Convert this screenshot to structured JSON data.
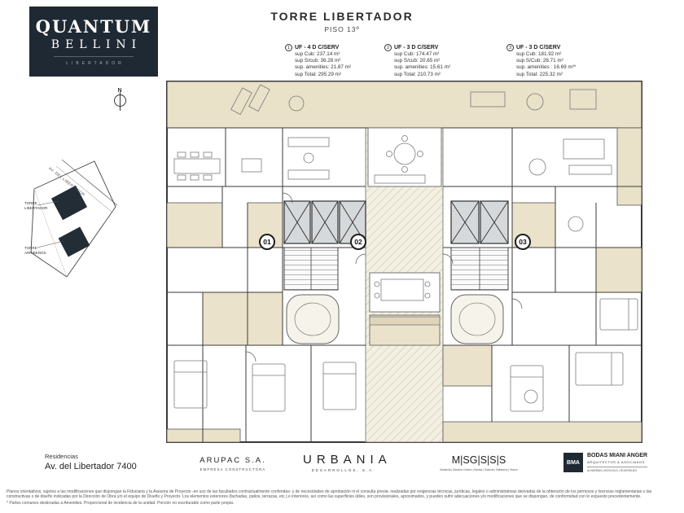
{
  "brand": {
    "line1": "QUANTUM",
    "line2": "BELLINI",
    "subtitle": "LIBERTADOR"
  },
  "title": {
    "main": "TORRE  LIBERTADOR",
    "floor": "PISO  13º"
  },
  "units": [
    {
      "num": "1",
      "label": "UF - 4 D C/SERV",
      "lines": [
        "sup Cub:  237.14 m²",
        "sup S/cub:  36.28 m²",
        "sup. amenities: 21.87 m²",
        "sup Total:  295.29 m²"
      ]
    },
    {
      "num": "2",
      "label": "UF - 3 D C/SERV",
      "lines": [
        "sup Cub: 174.47 m²",
        "sup S/cub:  20.65 m²",
        "sup. amenities: 15.61 m²",
        "sup Total:  210.73 m²"
      ]
    },
    {
      "num": "3",
      "label": "UF - 3 D C/SERV",
      "lines": [
        "sup Cub:  181.92 m²",
        "sup S/Cub:  26.71 m²",
        "sup. amenities : 16.69 m²*",
        "sup Total: 225.32 m²"
      ]
    }
  ],
  "site": {
    "compass": "N",
    "avenue": "AV. DEL LIBERTADOR",
    "tower1": "TORRE\nLIBERTADOR",
    "tower2": "TORRE\nARRIBEÑOS"
  },
  "plan": {
    "markers": [
      "01",
      "02",
      "03"
    ]
  },
  "footer": {
    "residences_small": "Residencias",
    "residences_big": "Av. del Libertador  7400",
    "arupac": "ARUPAC S.A.",
    "arupac_sub": "EMPRESA CONSTRUCTORA",
    "urbania": "URBANIA",
    "urbania_sub": "DESARROLLOS, S.A.",
    "msgsss": "M|SG|S|S|S",
    "msgsss_sub": "Manteola | Sánchez Gómez | Santos | Solsona | Sallaberry | Vinson",
    "bma_badge": "BMA",
    "bma_name": "BODAS MIANI ANGER",
    "bma_sub": "ARQUITECTOS & ASOCIADOS",
    "bma_partners": "ALVARIÑAS | BÓSCOLO | RODRÍGUEZ"
  },
  "disclaimer": {
    "line1": "Planos orientativos, sujetos a las modificaciones que dispongan la Fiduciaria y la Asesora de Proyecto -en uso de las facultades contractualmente conferidas- y de necesidades de aprobación ni el consulta previa- realizadas por exigencias técnicas, jurídicas, legales o administrativas derivadas de la obtención de los permisos y licencias reglamentarias o las",
    "line2": "constructivas o de diseño indicadas por la Dirección de Obra y/o el equipo de Diseño y Proyecto. Los elementos exteriores (fachadas, patios, terrazas, etc.) e interiores, así como las superficies útiles, son provisionales, aproximados, y pueden sufrir adecuaciones y/o modificaciones que se dispongan, de conformidad con lo expuesto precedentemente.",
    "line3": "* Partes comunes destinadas a Amenities. Proporcional de incidencia de la unidad. Porción no escriturable como parte propia."
  }
}
